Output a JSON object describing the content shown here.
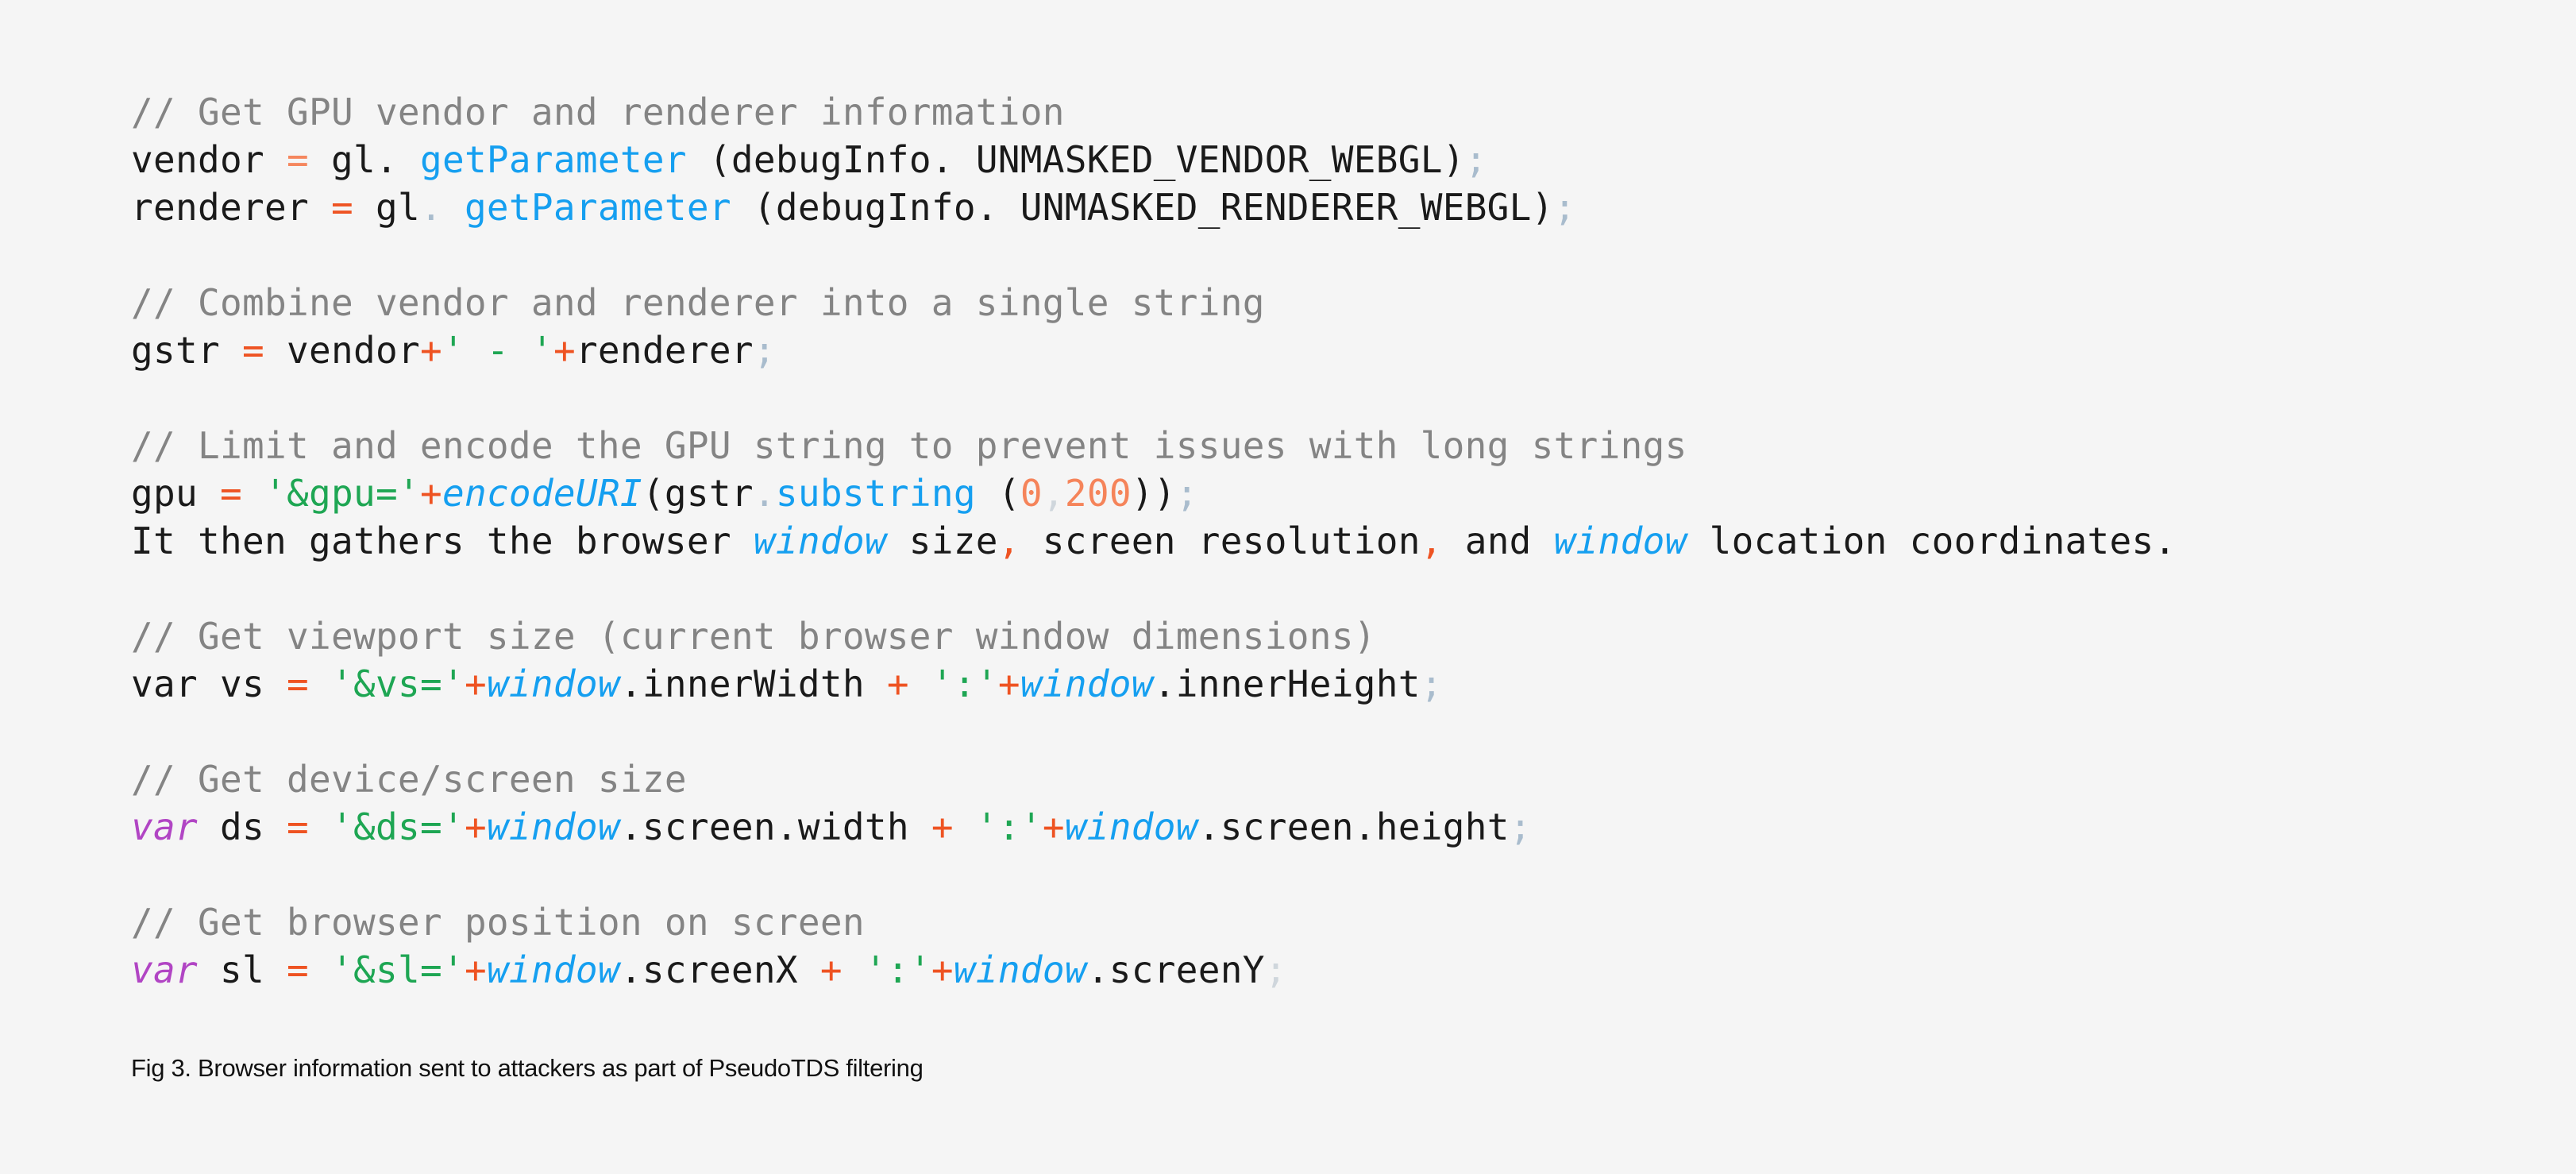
{
  "colors": {
    "background": "#f5f5f5",
    "comment": "#848484",
    "operator": "#ee5322",
    "function": "#159ff0",
    "string": "#1ea653",
    "keyword": "#b145c4",
    "number": "#f5845a",
    "semicolon": "#a9bccd"
  },
  "code_lines": [
    [
      {
        "t": "// Get GPU vendor and renderer information",
        "c": "cm"
      }
    ],
    [
      {
        "t": "vendor "
      },
      {
        "t": "=",
        "c": "opl"
      },
      {
        "t": " gl. "
      },
      {
        "t": "getParameter",
        "c": "fn"
      },
      {
        "t": " (debugInfo. UNMASKED_VENDOR_WEBGL)"
      },
      {
        "t": ";",
        "c": "semi"
      }
    ],
    [
      {
        "t": "renderer "
      },
      {
        "t": "=",
        "c": "op"
      },
      {
        "t": " gl"
      },
      {
        "t": ".",
        "c": "semi"
      },
      {
        "t": " "
      },
      {
        "t": "getParameter",
        "c": "fn"
      },
      {
        "t": " (debugInfo. UNMASKED_RENDERER_WEBGL)"
      },
      {
        "t": ";",
        "c": "semi"
      }
    ],
    [],
    [
      {
        "t": "// Combine vendor and renderer into a single string",
        "c": "cm"
      }
    ],
    [
      {
        "t": "gstr "
      },
      {
        "t": "=",
        "c": "op"
      },
      {
        "t": " vendor"
      },
      {
        "t": "+",
        "c": "op"
      },
      {
        "t": "' - '",
        "c": "str"
      },
      {
        "t": "+",
        "c": "op"
      },
      {
        "t": "renderer"
      },
      {
        "t": ";",
        "c": "semi"
      }
    ],
    [],
    [
      {
        "t": "// Limit and encode the GPU string to prevent issues with long strings",
        "c": "cm"
      }
    ],
    [
      {
        "t": "gpu "
      },
      {
        "t": "=",
        "c": "op"
      },
      {
        "t": " "
      },
      {
        "t": "'&gpu='",
        "c": "str"
      },
      {
        "t": "+",
        "c": "op"
      },
      {
        "t": "encodeURI",
        "c": "it"
      },
      {
        "t": "(gstr"
      },
      {
        "t": ".",
        "c": "semi"
      },
      {
        "t": "substring",
        "c": "fn"
      },
      {
        "t": " ("
      },
      {
        "t": "0",
        "c": "num"
      },
      {
        "t": ",",
        "c": "faint"
      },
      {
        "t": "200",
        "c": "num"
      },
      {
        "t": "))"
      },
      {
        "t": ";",
        "c": "semi"
      }
    ],
    [
      {
        "t": "It then gathers the browser "
      },
      {
        "t": "window",
        "c": "it"
      },
      {
        "t": " size"
      },
      {
        "t": ",",
        "c": "op"
      },
      {
        "t": " screen resolution"
      },
      {
        "t": ",",
        "c": "op"
      },
      {
        "t": " and "
      },
      {
        "t": "window",
        "c": "it"
      },
      {
        "t": " location coordinates."
      }
    ],
    [],
    [
      {
        "t": "// Get viewport size (current browser window dimensions)",
        "c": "cm"
      }
    ],
    [
      {
        "t": "var vs "
      },
      {
        "t": "=",
        "c": "op"
      },
      {
        "t": " "
      },
      {
        "t": "'&vs='",
        "c": "str"
      },
      {
        "t": "+",
        "c": "op"
      },
      {
        "t": "window",
        "c": "it"
      },
      {
        "t": ".innerWidth "
      },
      {
        "t": "+",
        "c": "op"
      },
      {
        "t": " "
      },
      {
        "t": "':'",
        "c": "str"
      },
      {
        "t": "+",
        "c": "op"
      },
      {
        "t": "window",
        "c": "it"
      },
      {
        "t": ".innerHeight"
      },
      {
        "t": ";",
        "c": "semi"
      }
    ],
    [],
    [
      {
        "t": "// Get device/screen size",
        "c": "cm"
      }
    ],
    [
      {
        "t": "var",
        "c": "kw"
      },
      {
        "t": " ds "
      },
      {
        "t": "=",
        "c": "op"
      },
      {
        "t": " "
      },
      {
        "t": "'&ds='",
        "c": "str"
      },
      {
        "t": "+",
        "c": "op"
      },
      {
        "t": "window",
        "c": "it"
      },
      {
        "t": ".screen.width "
      },
      {
        "t": "+",
        "c": "op"
      },
      {
        "t": " "
      },
      {
        "t": "':'",
        "c": "str"
      },
      {
        "t": "+",
        "c": "op"
      },
      {
        "t": "window",
        "c": "it"
      },
      {
        "t": ".screen.height"
      },
      {
        "t": ";",
        "c": "semi"
      }
    ],
    [],
    [
      {
        "t": "// Get browser position on screen",
        "c": "cm"
      }
    ],
    [
      {
        "t": "var",
        "c": "kw"
      },
      {
        "t": " sl "
      },
      {
        "t": "=",
        "c": "op"
      },
      {
        "t": " "
      },
      {
        "t": "'&sl='",
        "c": "str"
      },
      {
        "t": "+",
        "c": "op"
      },
      {
        "t": "window",
        "c": "it"
      },
      {
        "t": ".screenX "
      },
      {
        "t": "+",
        "c": "op"
      },
      {
        "t": " "
      },
      {
        "t": "':'",
        "c": "str"
      },
      {
        "t": "+",
        "c": "op"
      },
      {
        "t": "window",
        "c": "it"
      },
      {
        "t": ".screenY"
      },
      {
        "t": ";",
        "c": "faint"
      }
    ]
  ],
  "caption": "Fig 3. Browser information sent to attackers as part of PseudoTDS filtering"
}
